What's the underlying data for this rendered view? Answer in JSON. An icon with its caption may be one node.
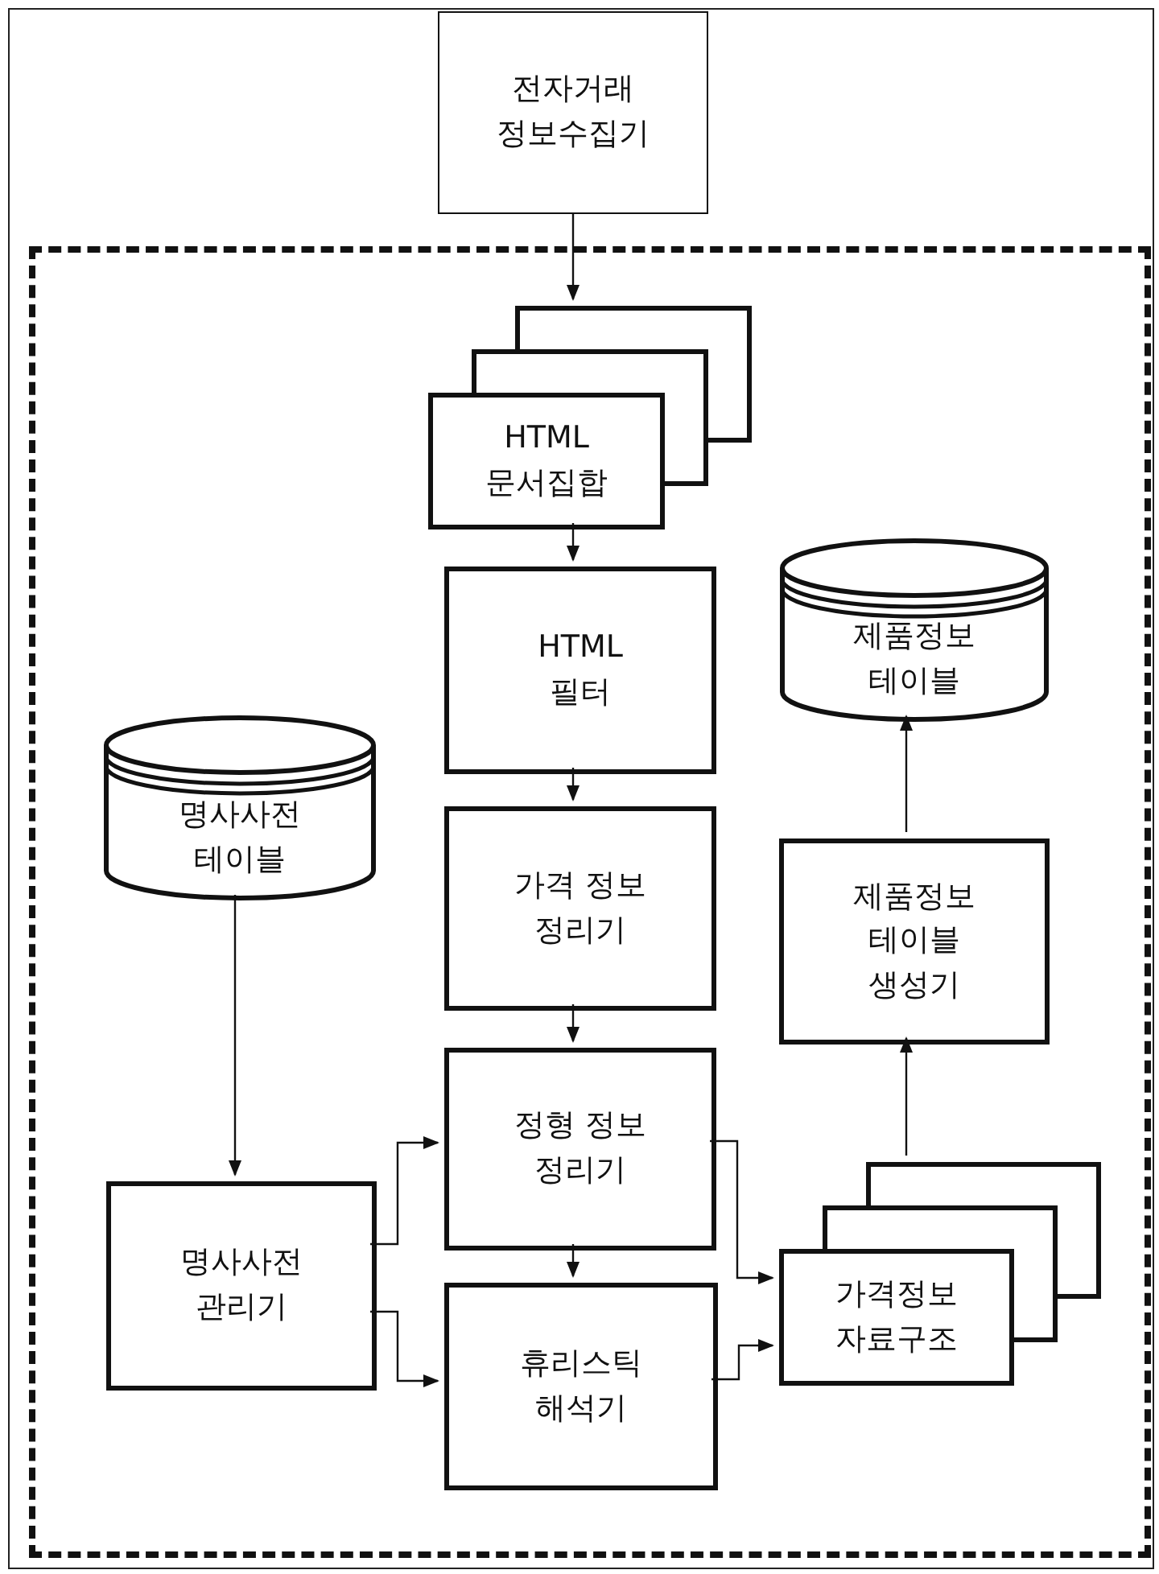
{
  "diagram": {
    "nodes": [
      {
        "text": [
          "전자거래 정보수집기"
        ]
      },
      {
        "text": [],
        "shape": "box"
      },
      {
        "text": [
          "HTML 문서집합"
        ],
        "in": 1
      },
      {
        "text": [
          "HTML 필터"
        ],
        "in": 1
      },
      {
        "text": [
          "제품정보 테이블"
        ],
        "in": 1
      },
      {
        "text": [
          "명사사전 테이블"
        ],
        "in": 1
      },
      {
        "text": [
          "가격 정보 정리기"
        ],
        "in": 1
      },
      {
        "text": [
          "제품정보 테이블 생성기"
        ],
        "in": 1
      },
      {
        "text": [
          "정형 정보 정리기"
        ],
        "in": 1
      },
      {
        "text": [
          "명사사전 관리기"
        ],
        "in": 1
      },
      {
        "text": [
          "휴리스틱 해석기"
        ],
        "in": 1
      },
      {
        "text": [
          "가격정보 자료구조"
        ],
        "in": 1
      }
    ],
    "edges": [
      {
        "from": 0,
        "to": 2,
        "arrow": "to"
      },
      {
        "from": 2,
        "to": 3,
        "arrow": "to"
      },
      {
        "from": 3,
        "to": 6,
        "arrow": "to"
      },
      {
        "from": 6,
        "to": 8,
        "arrow": "to"
      },
      {
        "from": 8,
        "to": 10,
        "arrow": "to"
      },
      {
        "from": 5,
        "to": 9,
        "arrow": "to"
      },
      {
        "from": 9,
        "to": 8,
        "arrow": "to"
      },
      {
        "from": 9,
        "to": 10,
        "arrow": "to"
      },
      {
        "from": 8,
        "to": 11,
        "arrow": "to"
      },
      {
        "from": 10,
        "to": 11,
        "arrow": "to"
      },
      {
        "from": 11,
        "to": 7,
        "arrow": "to"
      },
      {
        "from": 7,
        "to": 4,
        "arrow": "to"
      }
    ]
  }
}
